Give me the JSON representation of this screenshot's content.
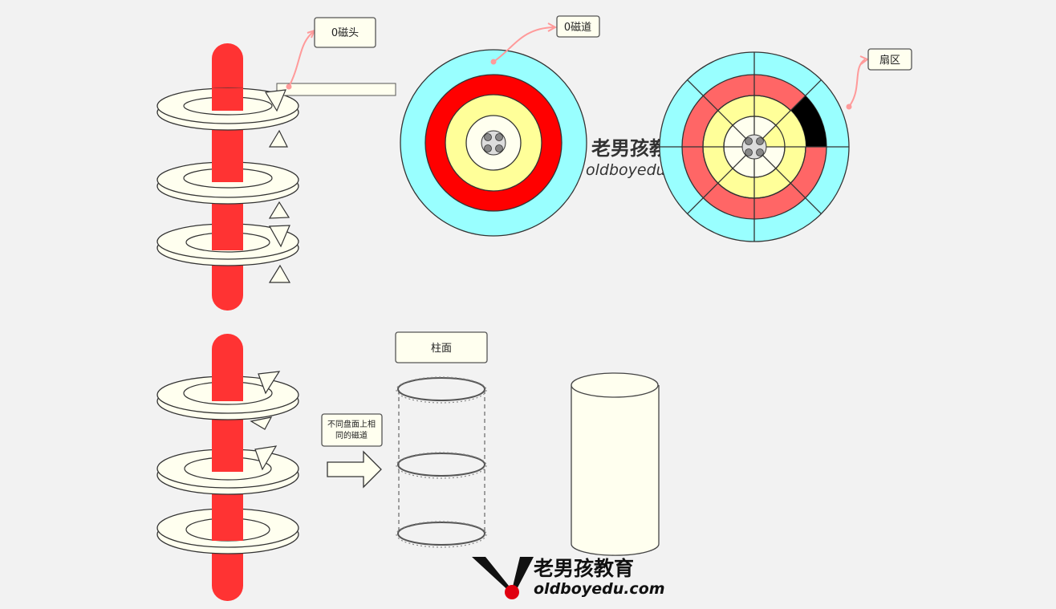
{
  "labels": {
    "head0": "0磁头",
    "track0": "0磁道",
    "sector": "扇区",
    "cylinder": "柱面",
    "same_track_line1": "不同盘面上相",
    "same_track_line2": "同的磁道"
  },
  "watermark": {
    "brand_cn": "老男孩教育",
    "brand_en": "oldboyedu.com",
    "brand_cn_partial": "老男孩教",
    "brand_en_partial": "oldboyedu"
  },
  "colors": {
    "spindle": "#ff3333",
    "platter": "#ffffef",
    "outer_ring": "#99ffff",
    "red_ring": "#ff0000",
    "pink_ring": "#ff6666",
    "yellow_ring": "#ffff99",
    "sector_fill": "#000000",
    "connector": "#ff9a9a"
  }
}
